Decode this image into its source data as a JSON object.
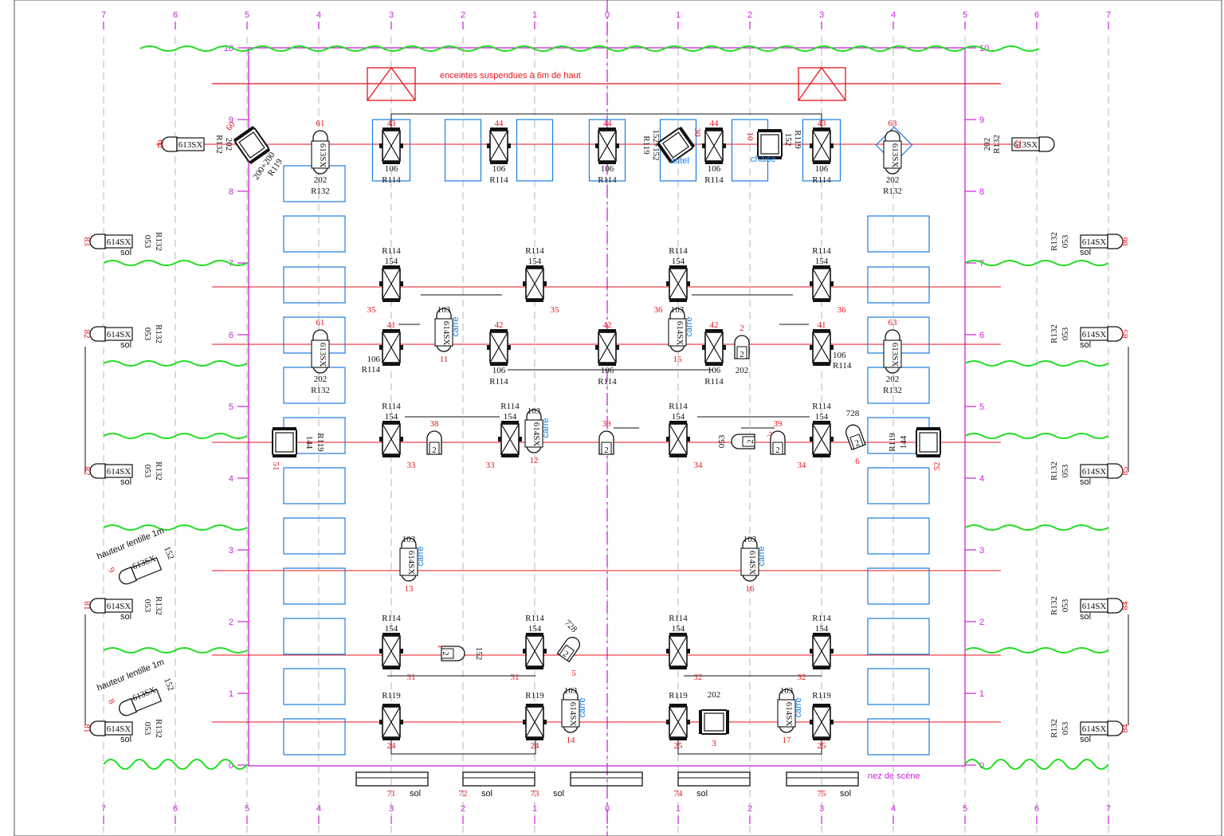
{
  "title": "enceintes suspendues à 6m de haut",
  "stage_front": "nez de scène",
  "colors": {
    "red": "#e8141c",
    "magenta": "#cc22dd",
    "blue": "#1a7ee0",
    "green": "#22dd22",
    "black": "#111111",
    "grid": "#999999"
  },
  "x_labels": [
    "7",
    "6",
    "5",
    "4",
    "3",
    "2",
    "1",
    "0",
    "1",
    "2",
    "3",
    "4",
    "5",
    "6",
    "7"
  ],
  "y_labels": [
    "10",
    "9",
    "8",
    "7",
    "6",
    "5",
    "4",
    "3",
    "2",
    "1",
    "0"
  ],
  "pipes": [
    {
      "label": "71",
      "note": "sol"
    },
    {
      "label": "72",
      "note": "sol"
    },
    {
      "label": "73",
      "note": "sol"
    },
    {
      "label": "74",
      "note": "sol"
    },
    {
      "label": "75",
      "note": "sol"
    }
  ],
  "notes": {
    "autel": "autel",
    "chaise": "chaise",
    "carre": "carré",
    "lens_height": "hauteur lentille 1m",
    "sol": "sol"
  },
  "fixtures": [
    {
      "id": "43",
      "type": "106",
      "filter": "R114"
    },
    {
      "id": "44",
      "type": "106",
      "filter": "R114"
    },
    {
      "id": "44",
      "type": "106",
      "filter": "R114"
    },
    {
      "id": "44",
      "type": "106",
      "filter": "R114"
    },
    {
      "id": "43",
      "type": "106",
      "filter": "R114"
    },
    {
      "id": "35",
      "type": "154",
      "filter": "R114"
    },
    {
      "id": "35",
      "type": "154",
      "filter": "R114"
    },
    {
      "id": "36",
      "type": "154",
      "filter": "R114"
    },
    {
      "id": "36",
      "type": "154",
      "filter": "R114"
    },
    {
      "id": "41",
      "type": "106",
      "filter": "R114"
    },
    {
      "id": "42",
      "type": "106",
      "filter": "R114"
    },
    {
      "id": "42",
      "type": "106",
      "filter": "R114"
    },
    {
      "id": "42",
      "type": "106",
      "filter": "R114"
    },
    {
      "id": "41",
      "type": "106",
      "filter": "R114"
    },
    {
      "id": "33",
      "type": "154",
      "filter": "R114"
    },
    {
      "id": "33",
      "type": "154",
      "filter": "R114"
    },
    {
      "id": "34",
      "type": "154",
      "filter": "R114"
    },
    {
      "id": "34",
      "type": "154",
      "filter": "R114"
    },
    {
      "id": "31",
      "type": "154",
      "filter": "R114"
    },
    {
      "id": "31",
      "type": "154",
      "filter": "R114"
    },
    {
      "id": "32",
      "type": "154",
      "filter": "R114"
    },
    {
      "id": "32",
      "type": "154",
      "filter": "R114"
    },
    {
      "id": "24",
      "type": "",
      "filter": "R119"
    },
    {
      "id": "24",
      "type": "",
      "filter": "R119"
    },
    {
      "id": "25",
      "type": "",
      "filter": "R119"
    },
    {
      "id": "25",
      "type": "",
      "filter": "R119"
    }
  ],
  "profiles": [
    {
      "id": "61",
      "model": "613SX",
      "gel": "202",
      "filter": "R132"
    },
    {
      "id": "63",
      "model": "613SX",
      "gel": "202",
      "filter": "R132"
    },
    {
      "id": "61",
      "model": "613SX",
      "gel": "202",
      "filter": "R132"
    },
    {
      "id": "63",
      "model": "613SX",
      "gel": "202",
      "filter": "R132"
    },
    {
      "id": "11",
      "model": "614SX",
      "gel": "103",
      "filter": "carré"
    },
    {
      "id": "15",
      "model": "614SX",
      "gel": "103",
      "filter": "carré"
    },
    {
      "id": "12",
      "model": "614SX",
      "gel": "103",
      "filter": "carré"
    },
    {
      "id": "13",
      "model": "614SX",
      "gel": "103",
      "filter": "carré"
    },
    {
      "id": "16",
      "model": "614SX",
      "gel": "103",
      "filter": "carré"
    },
    {
      "id": "14",
      "model": "614SX",
      "gel": "103",
      "filter": "carré"
    },
    {
      "id": "17",
      "model": "614SX",
      "gel": "103",
      "filter": "carré"
    }
  ],
  "side_units": [
    {
      "id": "62",
      "model": "613SX",
      "gel": "202",
      "filter": "R132"
    },
    {
      "id": "62",
      "model": "613SX",
      "gel": "202",
      "filter": "R132"
    },
    {
      "id": "83",
      "model": "614SX",
      "gel": "053",
      "filter": "R132"
    },
    {
      "id": "82",
      "model": "614SX",
      "gel": "053",
      "filter": "R132"
    },
    {
      "id": "82",
      "model": "614SX",
      "gel": "053",
      "filter": "R132"
    },
    {
      "id": "81",
      "model": "614SX",
      "gel": "053",
      "filter": "R132"
    },
    {
      "id": "81",
      "model": "614SX",
      "gel": "053",
      "filter": "R132"
    },
    {
      "id": "86",
      "model": "614SX",
      "gel": "053",
      "filter": "R132"
    },
    {
      "id": "85",
      "model": "614SX",
      "gel": "053",
      "filter": "R132"
    },
    {
      "id": "85",
      "model": "614SX",
      "gel": "053",
      "filter": "R132"
    },
    {
      "id": "84",
      "model": "614SX",
      "gel": "053",
      "filter": "R132"
    },
    {
      "id": "84",
      "model": "614SX",
      "gel": "053",
      "filter": "R132"
    },
    {
      "id": "9",
      "model": "613SX",
      "gel": "152",
      "filter": ""
    },
    {
      "id": "8",
      "model": "613SX",
      "gel": "152",
      "filter": ""
    }
  ],
  "small_units": [
    {
      "id": "2",
      "inner": "2",
      "gel": "202"
    },
    {
      "id": "38",
      "inner": "2",
      "gel": ""
    },
    {
      "id": "39",
      "inner": "2",
      "gel": ""
    },
    {
      "id": "39",
      "inner": "2",
      "gel": ""
    },
    {
      "id": "7",
      "inner": "2",
      "gel": "053"
    },
    {
      "id": "6",
      "inner": "2",
      "gel": "728"
    },
    {
      "id": "1",
      "inner": "2",
      "gel": "152"
    },
    {
      "id": "5",
      "inner": "2",
      "gel": "728"
    }
  ],
  "specials": [
    {
      "id": "60",
      "gel": "200+200",
      "filter": "R119"
    },
    {
      "id": "30",
      "gel": "152+152",
      "filter": "R119"
    },
    {
      "id": "10",
      "gel": "152",
      "filter": "R119"
    },
    {
      "id": "51",
      "gel": "144",
      "filter": "R119"
    },
    {
      "id": "52",
      "gel": "144",
      "filter": "R119"
    },
    {
      "id": "3",
      "gel": "202",
      "filter": ""
    }
  ]
}
